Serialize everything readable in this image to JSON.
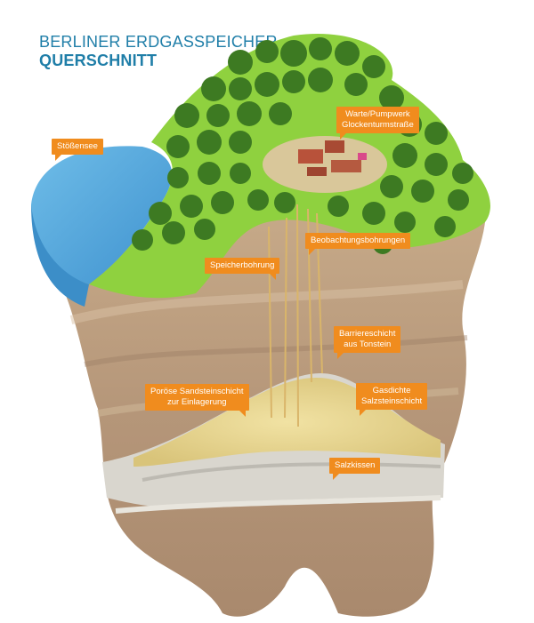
{
  "title": {
    "line1": "BERLINER ERDGASSPEICHER",
    "line2": "QUERSCHNITT"
  },
  "labels": {
    "stoessensee": "Stößensee",
    "warte": "Warte/Pumpwerk\nGlockenturmstraße",
    "beobachtung": "Beobachtungsbohrungen",
    "speicherbohrung": "Speicherbohrung",
    "barriere": "Barriereschicht\naus Tonstein",
    "sandstein": "Poröse Sandsteinschicht\nzur Einlagerung",
    "salzstein": "Gasdichte\nSalzsteinschicht",
    "salzkissen": "Salzkissen"
  },
  "colors": {
    "title": "#1f7ea8",
    "callout": "#f08c1e",
    "water": "#4aa3dc",
    "grass": "#8fd13f",
    "forest": "#3d7a22",
    "rock": "#b79a7c",
    "sandstone": "#e3cf86",
    "salt": "#d8d8d2"
  }
}
